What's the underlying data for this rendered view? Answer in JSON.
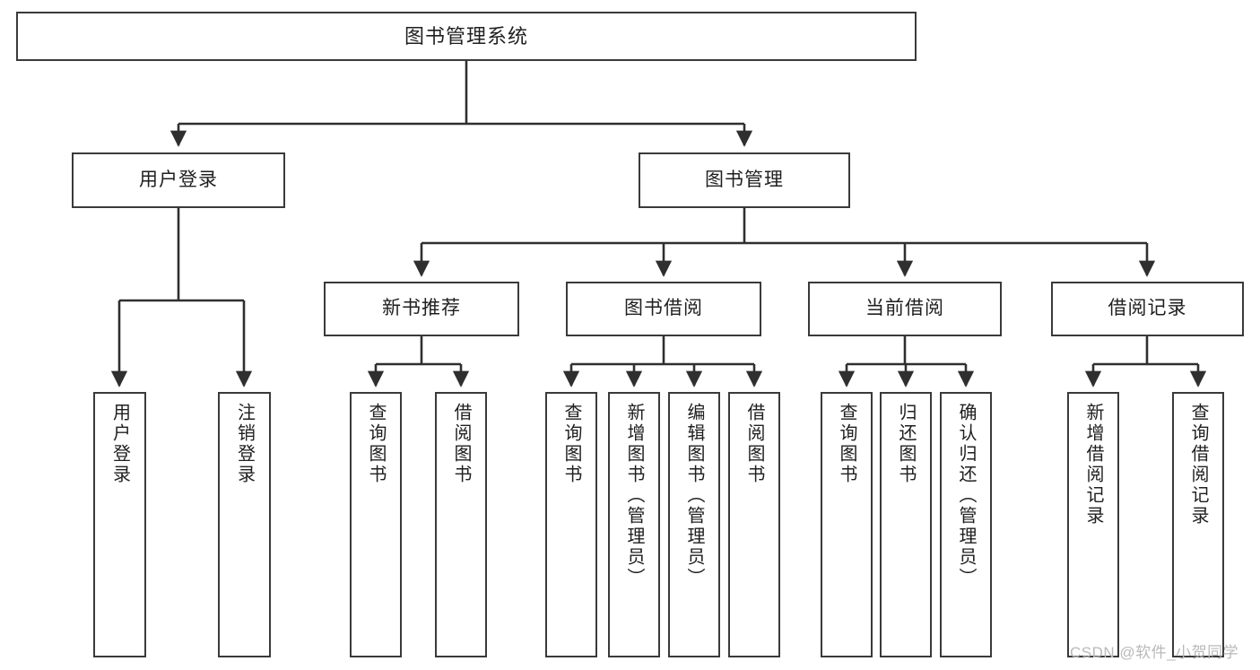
{
  "diagram": {
    "title": "图书管理系统",
    "type": "tree",
    "orientation": "top-down",
    "colors": {
      "box_border": "#3a3a3a",
      "box_fill": "#ffffff",
      "connector": "#2f2f2f",
      "text": "#1f1f1f",
      "watermark": "#b9b9b9"
    },
    "nodes": {
      "root": {
        "label": "图书管理系统"
      },
      "level1": [
        {
          "label": "用户登录"
        },
        {
          "label": "图书管理"
        }
      ],
      "level2": [
        {
          "label": "新书推荐"
        },
        {
          "label": "图书借阅"
        },
        {
          "label": "当前借阅"
        },
        {
          "label": "借阅记录"
        }
      ],
      "leaves": {
        "user_login": [
          {
            "label": "用户登录"
          },
          {
            "label": "注销登录"
          }
        ],
        "new_book_recommend": [
          {
            "label": "查询图书"
          },
          {
            "label": "借阅图书"
          }
        ],
        "book_borrow": [
          {
            "label": "查询图书"
          },
          {
            "label": "新增图书（管理员）"
          },
          {
            "label": "编辑图书（管理员）"
          },
          {
            "label": "借阅图书"
          }
        ],
        "current_borrow": [
          {
            "label": "查询图书"
          },
          {
            "label": "归还图书"
          },
          {
            "label": "确认归还（管理员）"
          }
        ],
        "borrow_record": [
          {
            "label": "新增借阅记录"
          },
          {
            "label": "查询借阅记录"
          }
        ]
      }
    },
    "watermark": "CSDN @软件_小贺同学"
  }
}
